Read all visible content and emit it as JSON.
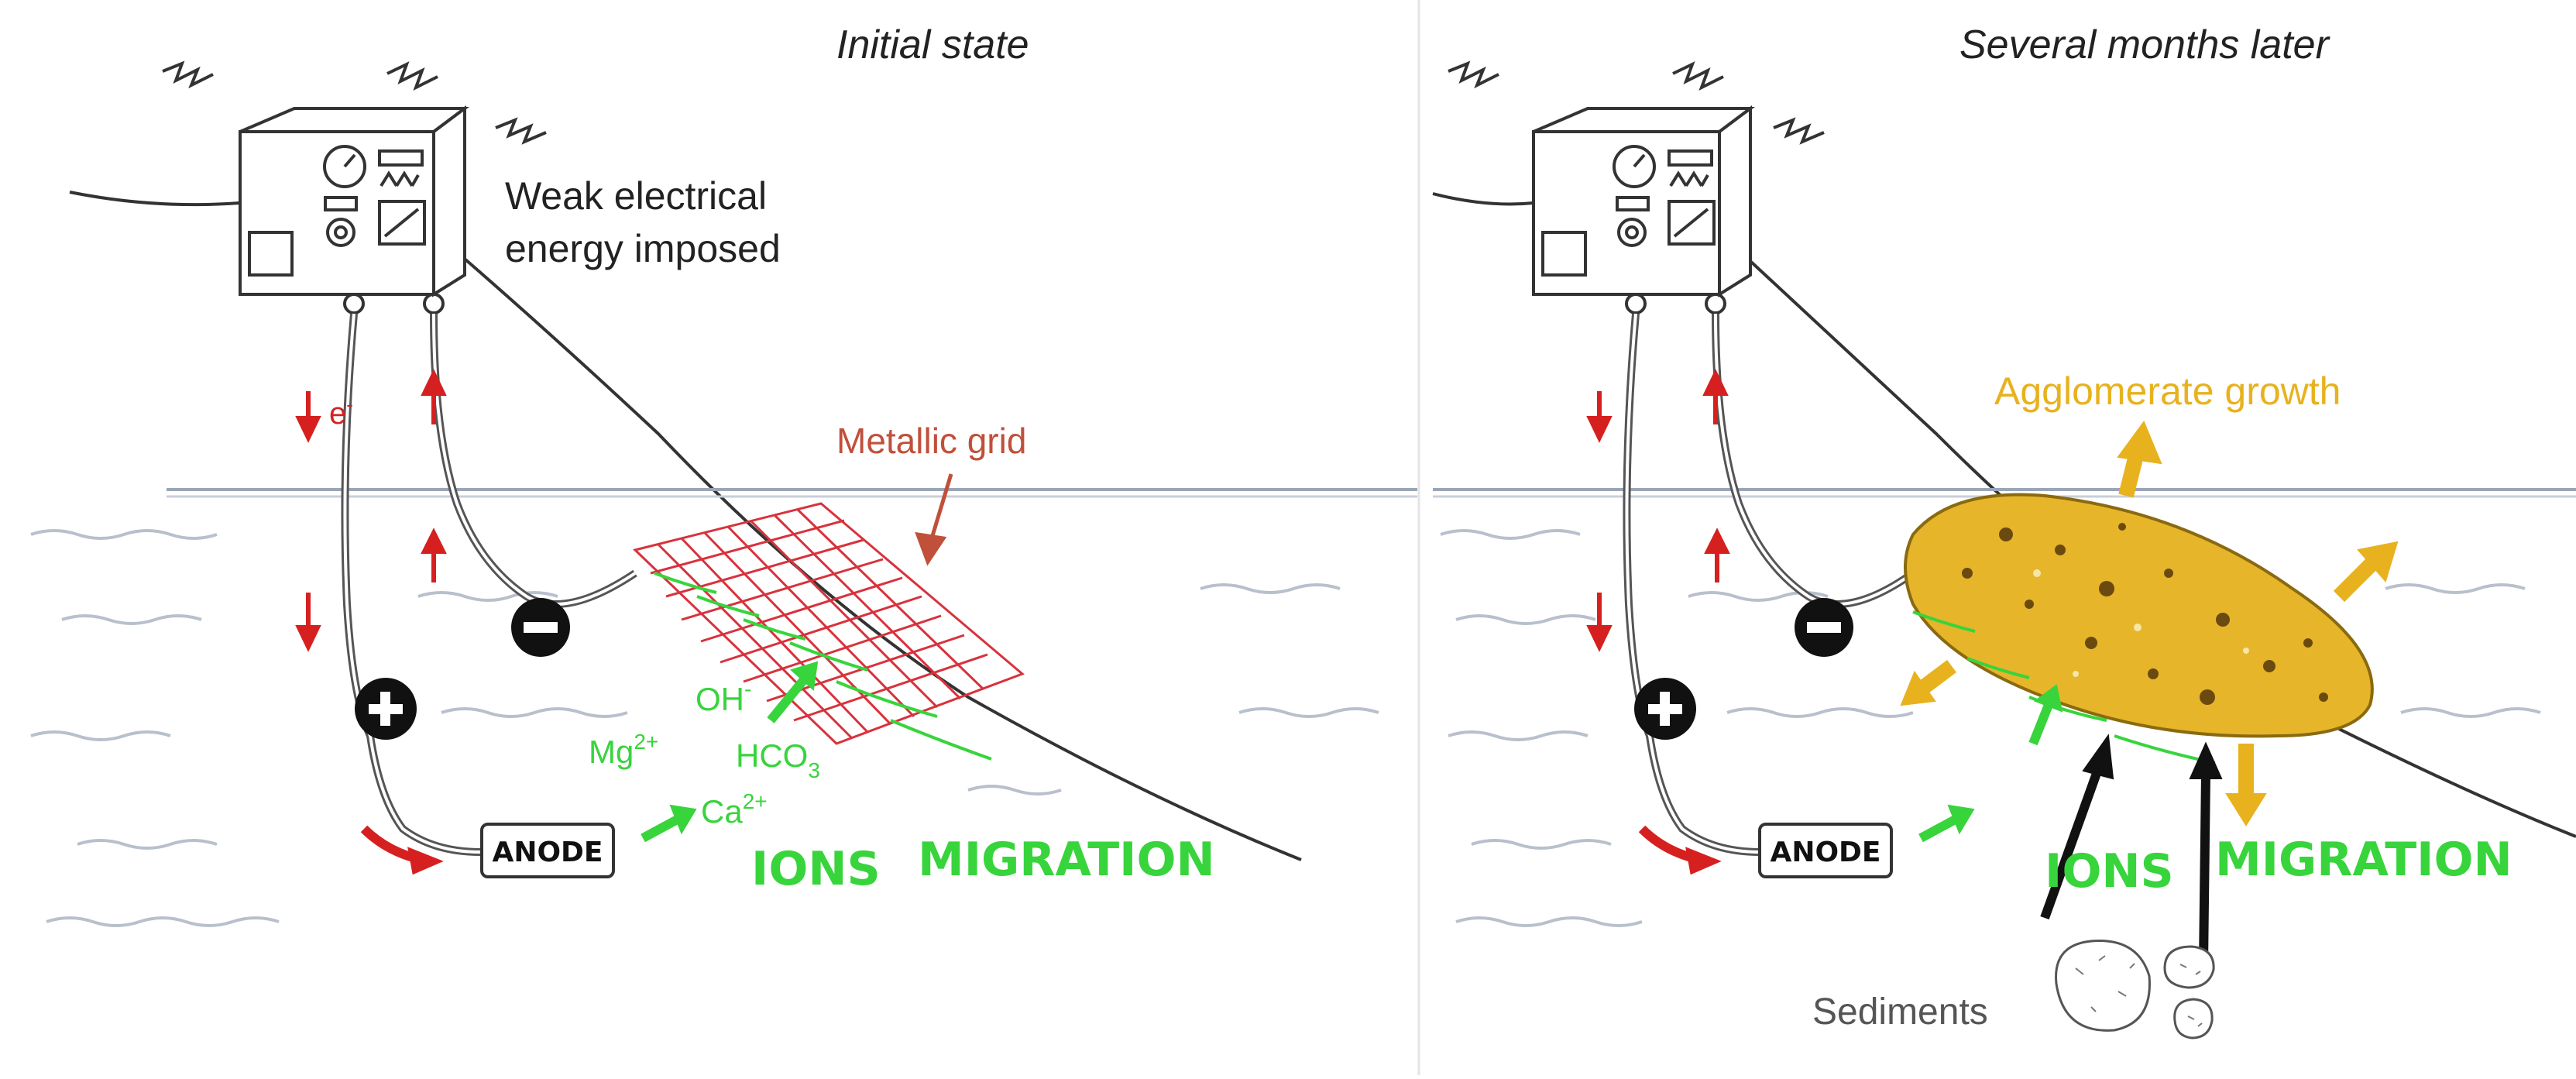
{
  "panels": {
    "left": {
      "title": "Initial state",
      "labels": {
        "energy_line1": "Weak electrical",
        "energy_line2": "energy imposed",
        "electron": "e",
        "electron_sup": "-",
        "metallic_grid": "Metallic grid",
        "oh": "OH",
        "oh_sup": "-",
        "mg": "Mg",
        "mg_sup": "2+",
        "hco": "HCO",
        "hco_sub": "3",
        "ca": "Ca",
        "ca_sup": "2+",
        "anode": "ANODE",
        "ions": "IONS",
        "migration": "MIGRATION"
      }
    },
    "right": {
      "title": "Several months later",
      "labels": {
        "agglomerate": "Agglomerate growth",
        "anode": "ANODE",
        "ions": "IONS",
        "migration": "MIGRATION",
        "sediments": "Sediments"
      }
    }
  },
  "colors": {
    "ink": "#222222",
    "red": "#d62020",
    "grid_red": "#d8323c",
    "green": "#38d43c",
    "orange": "#e8b21e",
    "agglomerate": "#e6b52a",
    "water_line": "#9aa6b8",
    "wave": "#b8c0cc",
    "grid_label": "#c0503a",
    "sediment_text": "#555555"
  },
  "icons": {
    "power_supply": "power-supply-box-icon",
    "positive_electrode": "plus-circle-icon",
    "negative_electrode": "minus-circle-icon",
    "spark": "lightning-spark-icon",
    "sediment": "rock-icon"
  }
}
